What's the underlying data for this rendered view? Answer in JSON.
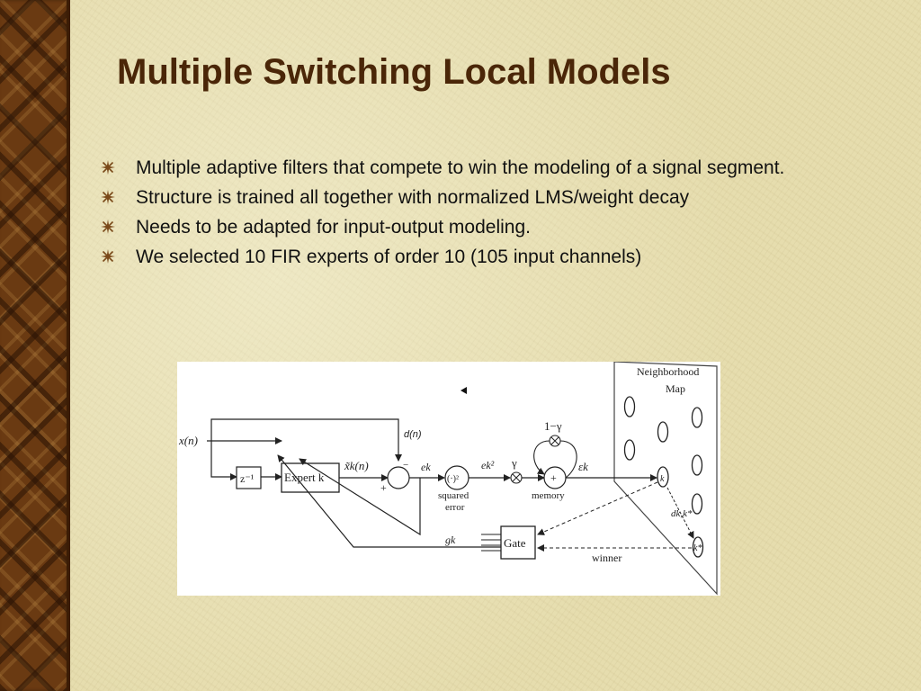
{
  "slide": {
    "title": "Multiple Switching Local Models",
    "bullets": [
      "Multiple adaptive filters that compete to win the modeling of a signal segment.",
      "Structure is trained all together with normalized LMS/weight decay",
      "Needs to be adapted for input-output modeling.",
      "We selected 10 FIR experts of order 10 (105 input channels)"
    ],
    "bullet_icon": "sparkle-icon",
    "colors": {
      "title": "#4a2608",
      "text": "#111111",
      "background": "#e6ddae",
      "border": "#6a3a12"
    }
  },
  "diagram": {
    "input": "x(n)",
    "delay": "z⁻¹",
    "expert": "Expert k",
    "estimate": "x̃k(n)",
    "minus": "−",
    "plus": "+",
    "error": "ek",
    "square": "(·)²",
    "squared_error_1": "squared",
    "squared_error_2": "error",
    "error_sq": "ek²",
    "gamma": "γ",
    "one_minus_gamma": "1−γ",
    "memory_plus": "+",
    "memory": "memory",
    "epsilon": "εk",
    "desired": "d(n)",
    "gate": "Gate",
    "gate_out": "gk",
    "winner": "winner",
    "neighborhood_1": "Neighborhood",
    "neighborhood_2": "Map",
    "node_k": "k",
    "node_kstar": "k*",
    "distance": "dk,k*"
  }
}
